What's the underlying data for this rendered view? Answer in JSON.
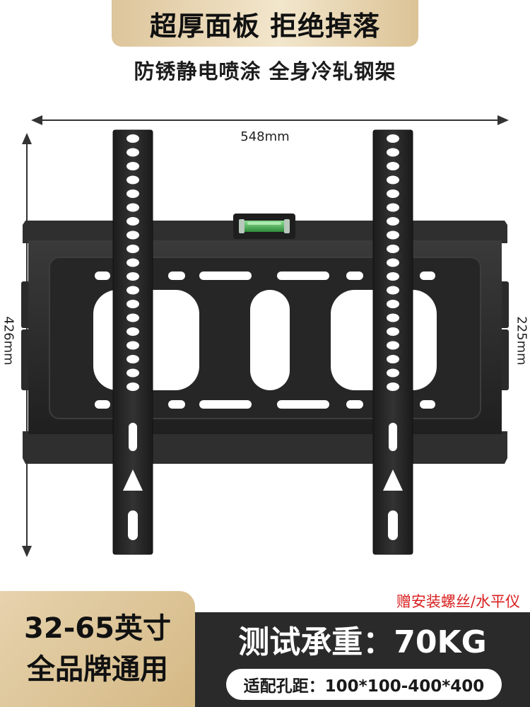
{
  "banner": {
    "title": "超厚面板 拒绝掉落"
  },
  "subtitle": "防锈静电喷涂 全身冷轧钢架",
  "dimensions": {
    "width": "548mm",
    "height": "426mm",
    "hole_spacing": "225mm"
  },
  "gift": "赠安装螺丝/水平仪",
  "compat": {
    "size": "32-65英寸",
    "brands": "全品牌通用"
  },
  "load": {
    "title": "测试承重：70KG"
  },
  "spec": {
    "label": "适配孔距：100*100-400*400"
  },
  "colors": {
    "gold": "#dcc396",
    "dark": "#2a2a2a",
    "steel": "#262626",
    "level_green": "#4caf50",
    "gift_red": "#d92020"
  },
  "icons": [
    "bubble-level-icon",
    "mounting-arm",
    "wall-plate"
  ]
}
